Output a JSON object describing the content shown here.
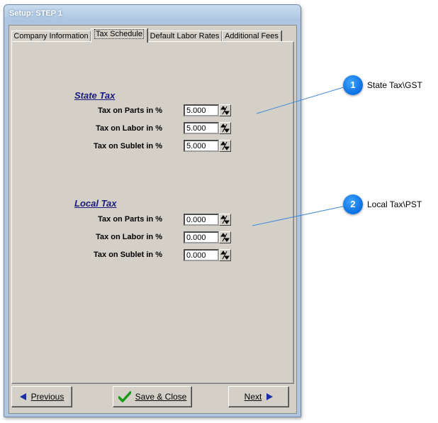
{
  "window": {
    "title": "Setup: STEP 1"
  },
  "tabs": [
    {
      "label": "Company Information"
    },
    {
      "label": "Tax Schedule"
    },
    {
      "label": "Default Labor Rates"
    },
    {
      "label": "Additional Fees"
    }
  ],
  "active_tab": "Tax Schedule",
  "state_tax": {
    "title": "State Tax",
    "fields": [
      {
        "label": "Tax on Parts in %",
        "value": "5.000"
      },
      {
        "label": "Tax on Labor in %",
        "value": "5.000"
      },
      {
        "label": "Tax on Sublet in %",
        "value": "5.000"
      }
    ]
  },
  "local_tax": {
    "title": "Local Tax",
    "fields": [
      {
        "label": "Tax on Parts in %",
        "value": "0.000"
      },
      {
        "label": "Tax on Labor in %",
        "value": "0.000"
      },
      {
        "label": "Tax on Sublet in %",
        "value": "0.000"
      }
    ]
  },
  "buttons": {
    "previous": "Previous",
    "save_close": "Save & Close",
    "next": "Next"
  },
  "callouts": [
    {
      "number": "1",
      "text": "State Tax\\GST"
    },
    {
      "number": "2",
      "text": "Local Tax\\PST"
    }
  ],
  "colors": {
    "dialog_bg": "#d4d0c8",
    "section_title": "#1a1a80",
    "callout_blue": "#0a6fe0",
    "save_check": "#1a9a1a",
    "arrow_blue": "#1c2fa8"
  }
}
